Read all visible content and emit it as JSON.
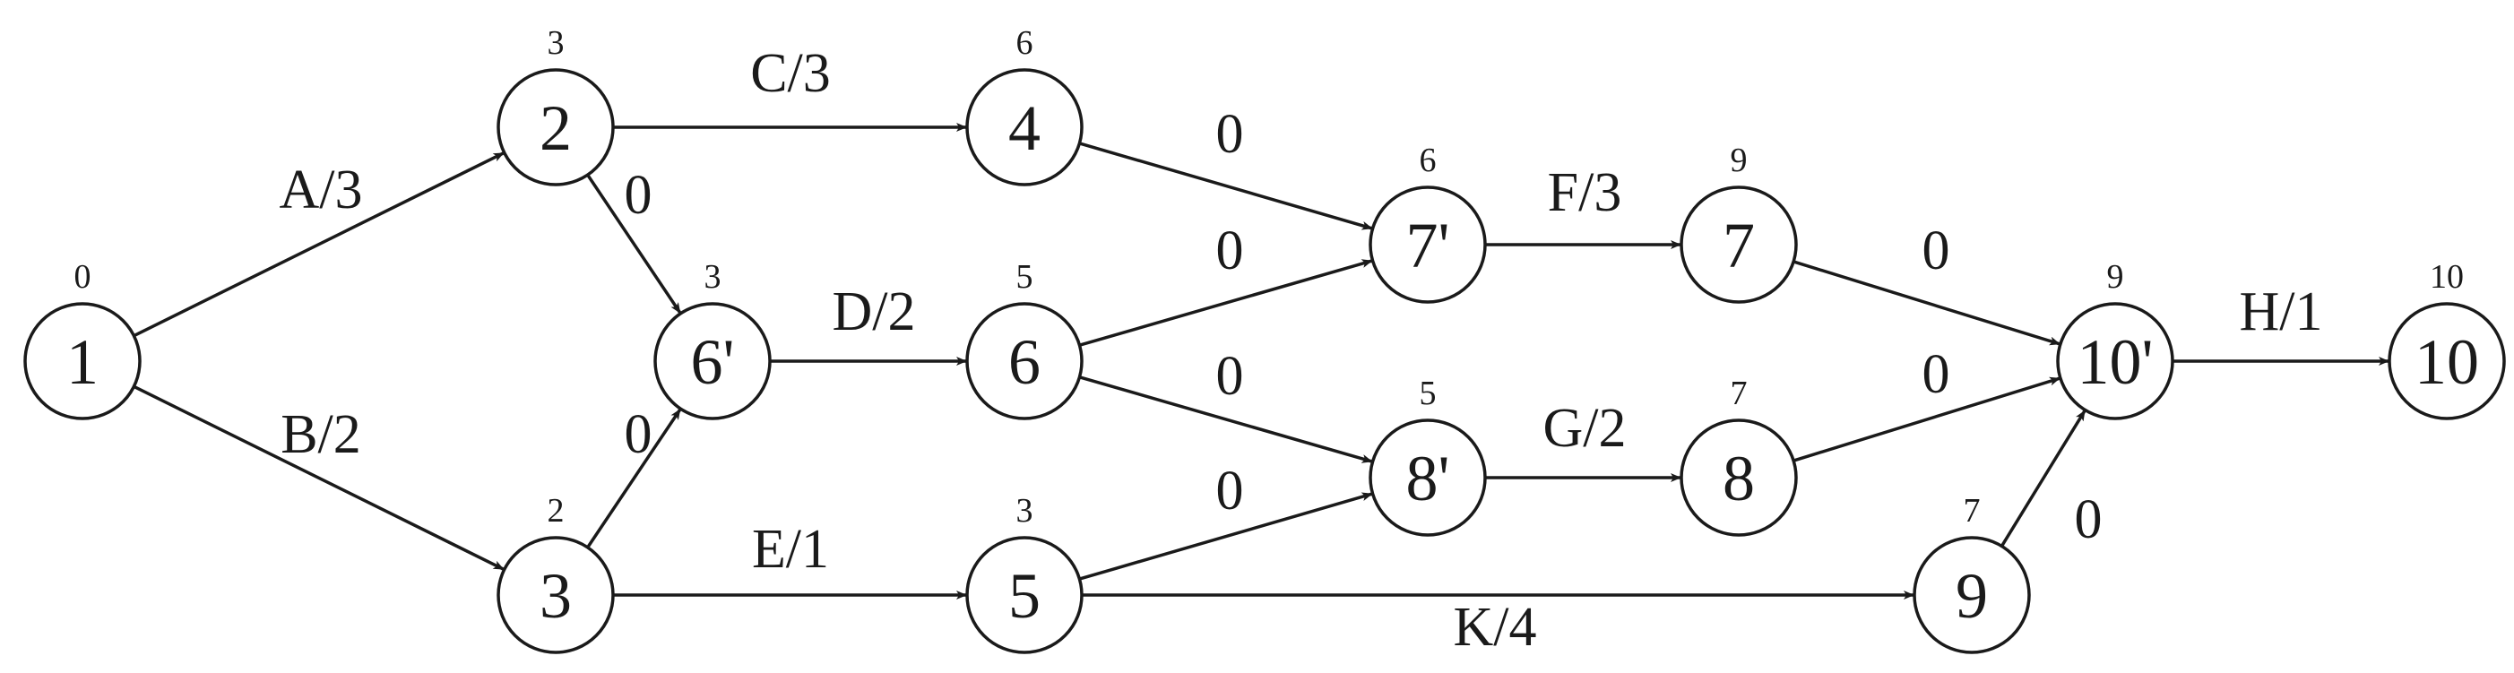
{
  "nodes": [
    {
      "id": "n1",
      "label": "1",
      "time": "0"
    },
    {
      "id": "n2",
      "label": "2",
      "time": "3"
    },
    {
      "id": "n3",
      "label": "3",
      "time": "2"
    },
    {
      "id": "n4",
      "label": "4",
      "time": "6"
    },
    {
      "id": "n6p",
      "label": "6'",
      "time": "3"
    },
    {
      "id": "n6",
      "label": "6",
      "time": "5"
    },
    {
      "id": "n5",
      "label": "5",
      "time": "3"
    },
    {
      "id": "n7p",
      "label": "7'",
      "time": "6"
    },
    {
      "id": "n8p",
      "label": "8'",
      "time": "5"
    },
    {
      "id": "n7",
      "label": "7",
      "time": "9"
    },
    {
      "id": "n8",
      "label": "8",
      "time": "7"
    },
    {
      "id": "n9",
      "label": "9",
      "time": "7"
    },
    {
      "id": "n10p",
      "label": "10'",
      "time": "9"
    },
    {
      "id": "n10",
      "label": "10",
      "time": "10"
    }
  ],
  "edges": [
    {
      "from": "n1",
      "to": "n2",
      "label": "A/3"
    },
    {
      "from": "n1",
      "to": "n3",
      "label": "B/2"
    },
    {
      "from": "n2",
      "to": "n4",
      "label": "C/3"
    },
    {
      "from": "n2",
      "to": "n6p",
      "label": "0"
    },
    {
      "from": "n3",
      "to": "n6p",
      "label": "0"
    },
    {
      "from": "n3",
      "to": "n5",
      "label": "E/1"
    },
    {
      "from": "n6p",
      "to": "n6",
      "label": "D/2"
    },
    {
      "from": "n4",
      "to": "n7p",
      "label": "0"
    },
    {
      "from": "n6",
      "to": "n7p",
      "label": "0"
    },
    {
      "from": "n6",
      "to": "n8p",
      "label": "0"
    },
    {
      "from": "n5",
      "to": "n8p",
      "label": "0"
    },
    {
      "from": "n5",
      "to": "n9",
      "label": "K/4"
    },
    {
      "from": "n7p",
      "to": "n7",
      "label": "F/3"
    },
    {
      "from": "n8p",
      "to": "n8",
      "label": "G/2"
    },
    {
      "from": "n7",
      "to": "n10p",
      "label": "0"
    },
    {
      "from": "n8",
      "to": "n10p",
      "label": "0"
    },
    {
      "from": "n9",
      "to": "n10p",
      "label": "0"
    },
    {
      "from": "n10p",
      "to": "n10",
      "label": "H/1"
    }
  ]
}
